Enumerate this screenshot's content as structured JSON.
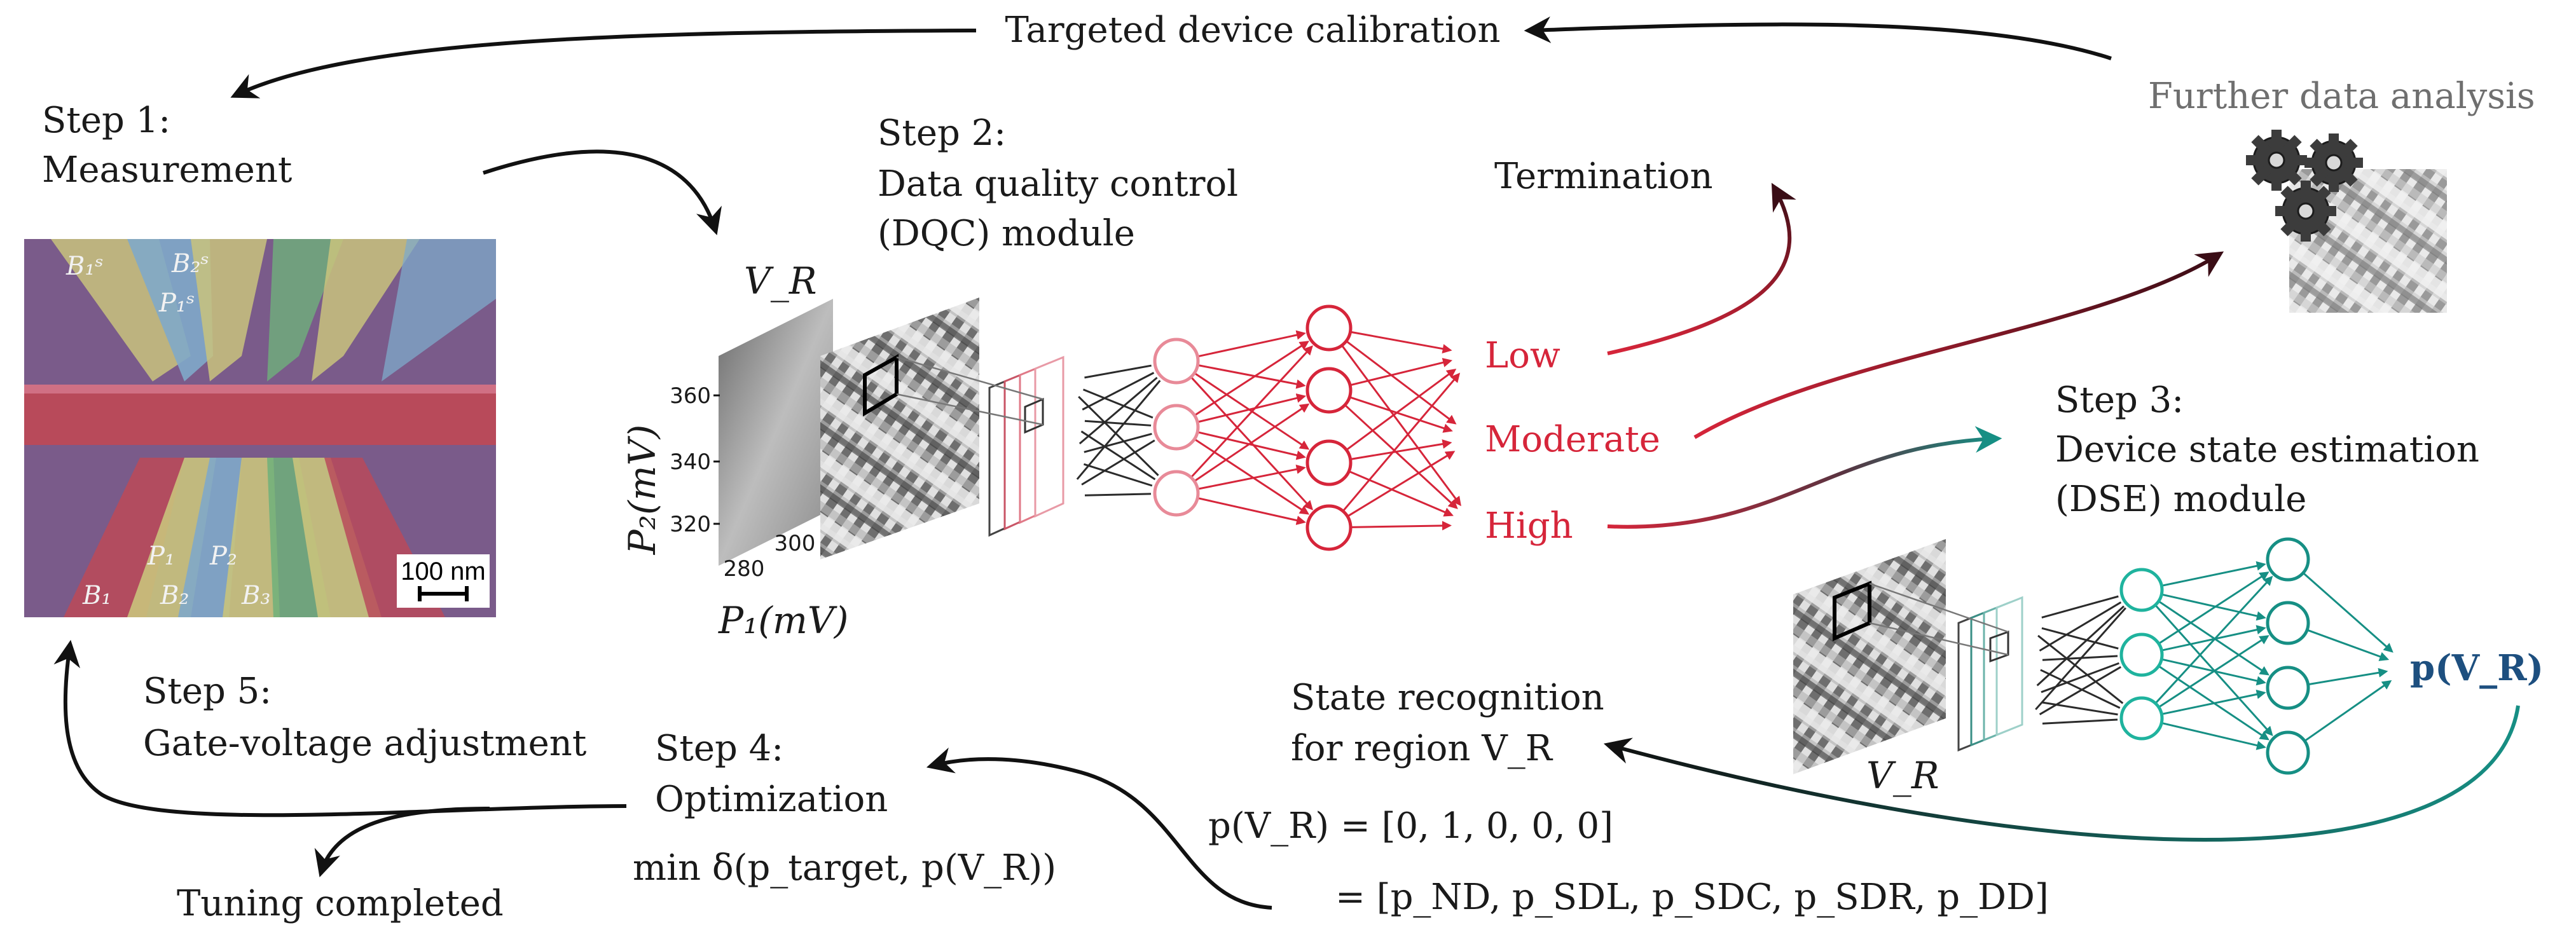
{
  "cycle": {
    "calibration_label": "Targeted device calibration",
    "further_label": "Further data analysis",
    "termination_label": "Termination",
    "tuning_completed_label": "Tuning completed"
  },
  "steps": {
    "s1_title": "Step 1:",
    "s1_name": "Measurement",
    "s2_title": "Step 2:",
    "s2_line1": "Data quality control",
    "s2_line2": "(DQC) module",
    "s3_title": "Step 3:",
    "s3_line1": "Device state estimation",
    "s3_line2": "(DSE) module",
    "s4_title": "Step 4:",
    "s4_name": "Optimization",
    "s4_formula": "min δ(p_target, p(V_R))",
    "s5_title": "Step 5:",
    "s5_name": "Gate-voltage adjustment"
  },
  "sem_image": {
    "labels": [
      "B₁ˢ",
      "B₂ˢ",
      "P₁ˢ",
      "P₁",
      "P₂",
      "B₁",
      "B₂",
      "B₃"
    ],
    "scale_bar": "100 nm"
  },
  "dqc_plot": {
    "region_label": "V_R",
    "ylabel": "P₂(mV)",
    "xlabel": "P₁(mV)",
    "y_ticks": [
      "360",
      "340",
      "320"
    ],
    "x_ticks": [
      "280",
      "300"
    ]
  },
  "dqc_outputs": [
    "Low",
    "Moderate",
    "High"
  ],
  "dse": {
    "region_label": "V_R",
    "output_label": "p(V_R)"
  },
  "state_recognition": {
    "line1": "State recognition",
    "line2": "for region  V_R",
    "eq1": "p(V_R) = [0, 1, 0, 0, 0]",
    "eq2": "= [p_ND, p_SDL, p_SDC, p_SDR, p_DD]"
  },
  "colors": {
    "dqc_red": "#d6253a",
    "dse_teal": "#168f84",
    "output_blue": "#1d4f7f"
  }
}
